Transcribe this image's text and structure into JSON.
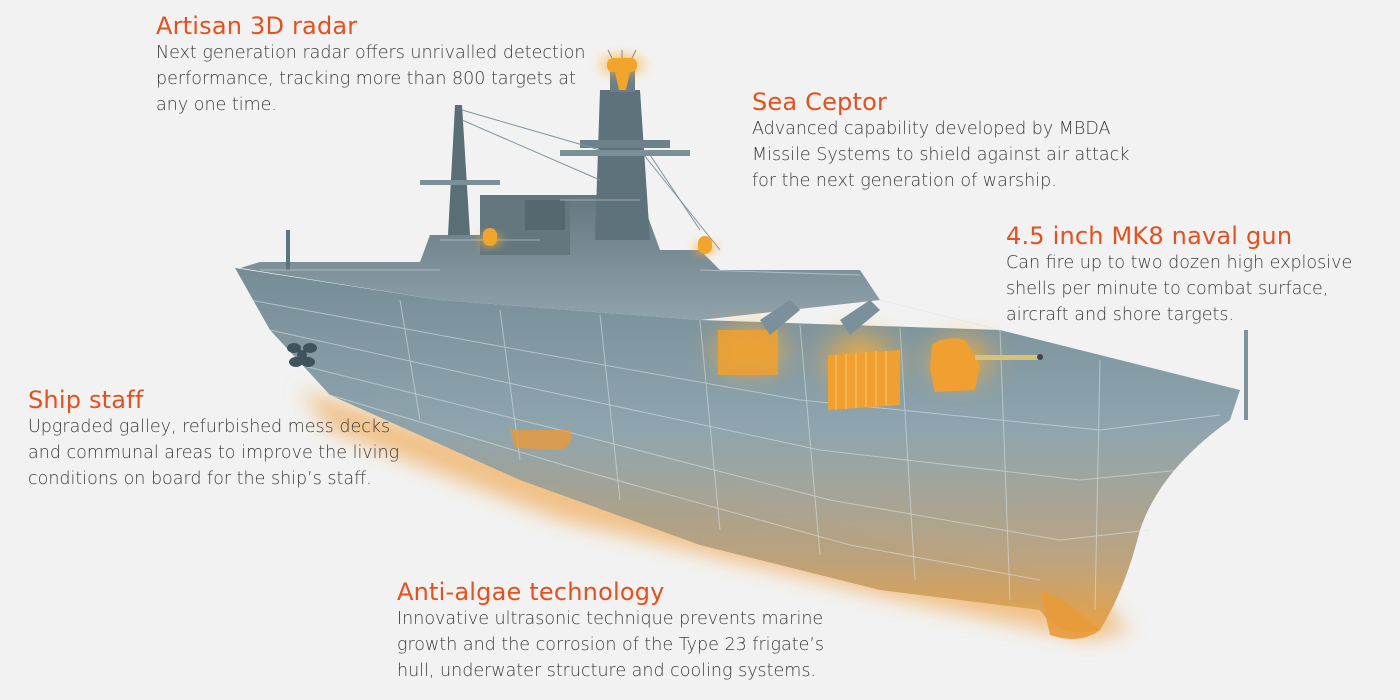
{
  "colors": {
    "background": "#f2f2f2",
    "title": "#e4501e",
    "body_text": "#3c3c3c",
    "hull": "#7d95a0",
    "highlight": "#f0a030"
  },
  "illustration": {
    "subject": "Type 23 frigate cutaway",
    "highlighted_parts": [
      "Artisan 3D radar",
      "Sea Ceptor launchers",
      "4.5 inch MK8 naval gun",
      "Hull / anti-algae system"
    ]
  },
  "callouts": [
    {
      "id": "artisan",
      "title": "Artisan 3D radar",
      "text": "Next generation radar offers unrivalled detection\nperformance, tracking more than 800 targets at\nany one time."
    },
    {
      "id": "sea-ceptor",
      "title": "Sea Ceptor",
      "text": "Advanced capability developed by MBDA\nMissile Systems to shield against air attack\nfor the next generation of warship."
    },
    {
      "id": "naval-gun",
      "title": "4.5 inch MK8 naval gun",
      "text": "Can fire up to two dozen high explosive\nshells per minute to combat surface,\naircraft and shore targets."
    },
    {
      "id": "ship-staff",
      "title": "Ship staff",
      "text": "Upgraded galley, refurbished mess decks\nand communal areas to improve the living\nconditions on board for the ship’s staff."
    },
    {
      "id": "anti-algae",
      "title": "Anti-algae technology",
      "text": "Innovative ultrasonic technique prevents marine\ngrowth and the corrosion of the Type 23 frigate’s\nhull, underwater structure and cooling systems."
    }
  ]
}
